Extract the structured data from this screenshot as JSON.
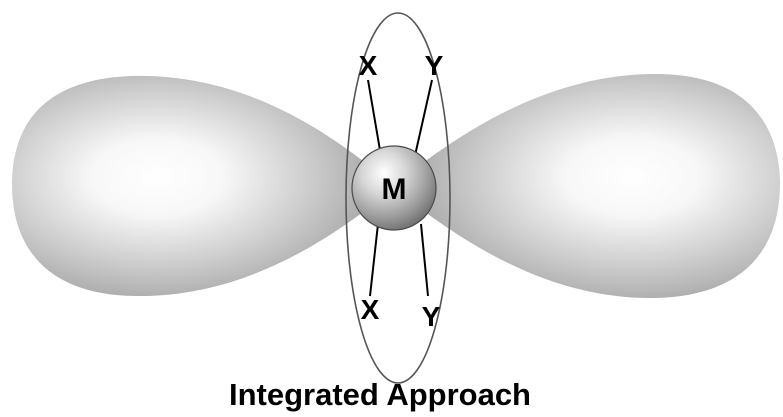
{
  "labels": {
    "top_left": "X",
    "top_right": "Y",
    "bottom_left": "X",
    "bottom_right": "Y",
    "metal": "M"
  },
  "caption": "Integrated Approach",
  "colors": {
    "lobe": "#a6a6a6",
    "lobe_highlight": "#ffffff",
    "ellipse": "#555555",
    "bond": "#000000",
    "metal_sphere": "#8c8c8c"
  }
}
